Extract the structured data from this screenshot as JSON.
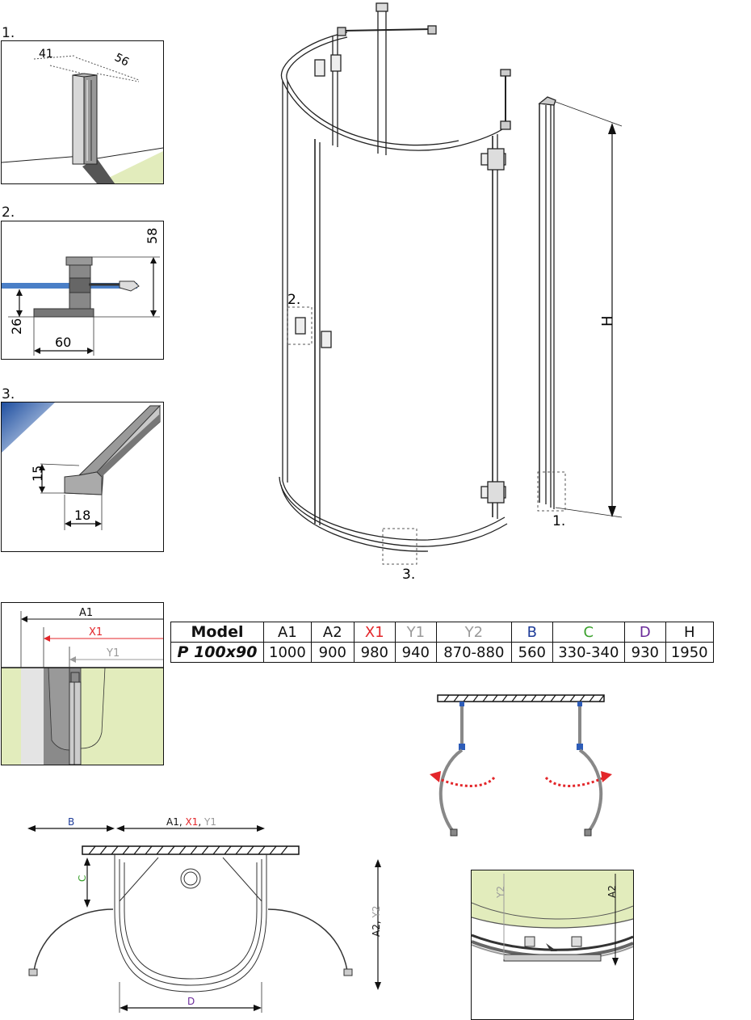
{
  "colors": {
    "A1": "#111111",
    "A2": "#111111",
    "X1": "#e3262a",
    "Y1": "#9a9a9a",
    "Y2": "#9a9a9a",
    "B": "#1f3d99",
    "C": "#3aa12c",
    "D": "#6a2b9a",
    "H": "#111111",
    "floor": "#e2ecbc",
    "glass_blue": "#4a7fc7",
    "arrow_red": "#e3262a"
  },
  "details": {
    "d1": {
      "num": "1.",
      "dim_a": "41",
      "dim_b": "56"
    },
    "d2": {
      "num": "2.",
      "dim_height": "58",
      "dim_base": "26",
      "dim_width": "60"
    },
    "d3": {
      "num": "3.",
      "dim_h": "15",
      "dim_w": "18"
    }
  },
  "main_view": {
    "callout_1": "1.",
    "callout_2": "2.",
    "callout_3": "3.",
    "dim_h": "H"
  },
  "width_detail": {
    "a1": "A1",
    "x1": "X1",
    "y1": "Y1"
  },
  "table": {
    "headers": [
      "Model",
      "A1",
      "A2",
      "X1",
      "Y1",
      "Y2",
      "B",
      "C",
      "D",
      "H"
    ],
    "row": [
      "P 100x90",
      "1000",
      "900",
      "980",
      "940",
      "870-880",
      "560",
      "330-340",
      "930",
      "1950"
    ]
  },
  "plan": {
    "label_b": "B",
    "label_a1": "A1",
    "label_x1": "X1",
    "label_y1": "Y1",
    "label_c": "C",
    "label_d": "D",
    "label_a2": "A2",
    "label_y2": "Y2",
    "sep": ", "
  },
  "depth_detail": {
    "y2": "Y2",
    "a2": "A2"
  }
}
